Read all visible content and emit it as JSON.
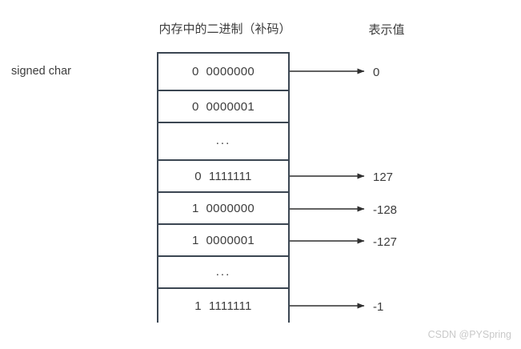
{
  "headings": {
    "memory": "内存中的二进制（补码）",
    "value": "表示值"
  },
  "type_label": "signed char",
  "table": {
    "rows": [
      {
        "bits": "0  0000000",
        "value": "0",
        "has_arrow": true,
        "kind": "bits"
      },
      {
        "bits": "0  0000001",
        "value": "",
        "has_arrow": false,
        "kind": "bits"
      },
      {
        "bits": "...",
        "value": "",
        "has_arrow": false,
        "kind": "ellipsis"
      },
      {
        "bits": "0  1111111",
        "value": "127",
        "has_arrow": true,
        "kind": "bits"
      },
      {
        "bits": "1  0000000",
        "value": "-128",
        "has_arrow": true,
        "kind": "bits"
      },
      {
        "bits": "1  0000001",
        "value": "-127",
        "has_arrow": true,
        "kind": "bits"
      },
      {
        "bits": "...",
        "value": "",
        "has_arrow": false,
        "kind": "ellipsis"
      },
      {
        "bits": "1  1111111",
        "value": "-1",
        "has_arrow": true,
        "kind": "bits"
      }
    ]
  },
  "watermark": "CSDN @PYSpring",
  "colors": {
    "border": "#3b4652",
    "text": "#3c3c3c",
    "arrow": "#2f2f2f",
    "watermark": "#c9c9c9",
    "background": "#ffffff"
  }
}
